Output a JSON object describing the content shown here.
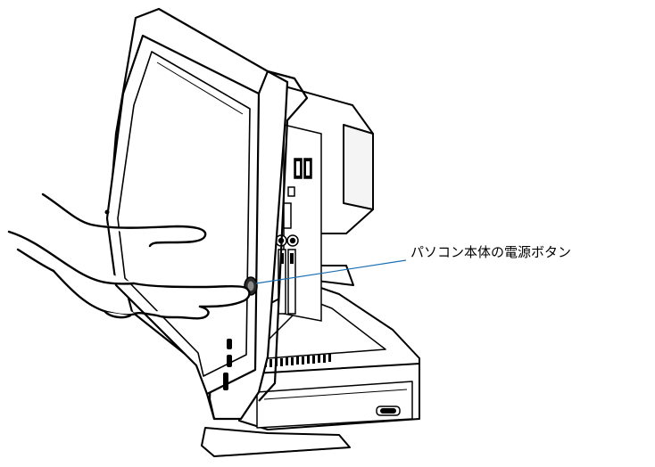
{
  "callout": {
    "label": "パソコン本体の電源ボタン",
    "line_color": "#1a6fb3"
  },
  "icons": {
    "computer": "all-in-one-pc-illustration",
    "hand": "pointing-hand-illustration",
    "power": "power-button-icon"
  },
  "colors": {
    "stroke": "#000000",
    "fill": "#ffffff",
    "dark_fill": "#222222",
    "shade": "#e8e8e8"
  }
}
